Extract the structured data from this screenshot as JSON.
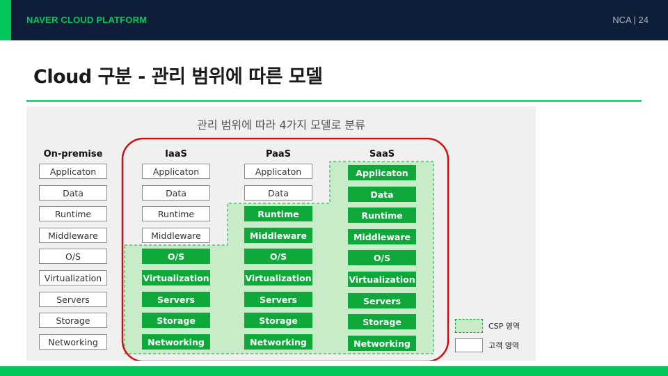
{
  "header": {
    "brand": "NAVER CLOUD PLATFORM",
    "page": "NCA  |  24"
  },
  "title": "Cloud 구분 - 관리 범위에 따른 모델",
  "subtitle": "관리 범위에 따라 4가지 모델로 분류",
  "columns": [
    {
      "name": "On-premise",
      "layers": [
        "Applicaton",
        "Data",
        "Runtime",
        "Middleware",
        "O/S",
        "Virtualization",
        "Servers",
        "Storage",
        "Networking"
      ],
      "csp_managed": 0
    },
    {
      "name": "IaaS",
      "layers": [
        "Applicaton",
        "Data",
        "Runtime",
        "Middleware",
        "O/S",
        "Virtualization",
        "Servers",
        "Storage",
        "Networking"
      ],
      "csp_managed": 5
    },
    {
      "name": "PaaS",
      "layers": [
        "Applicaton",
        "Data",
        "Runtime",
        "Middleware",
        "O/S",
        "Virtualization",
        "Servers",
        "Storage",
        "Networking"
      ],
      "csp_managed": 7
    },
    {
      "name": "SaaS",
      "layers": [
        "Applicaton",
        "Data",
        "Runtime",
        "Middleware",
        "O/S",
        "Virtualization",
        "Servers",
        "Storage",
        "Networking"
      ],
      "csp_managed": 9
    }
  ],
  "legend": {
    "csp": "CSP 영역",
    "customer": "고객 영역"
  },
  "colors": {
    "csp_fill": "#c8ecc8",
    "csp_box": "#0fa83a",
    "highlight": "#cc1111",
    "brand": "#03c75a",
    "header_bg": "#0f1e38"
  }
}
